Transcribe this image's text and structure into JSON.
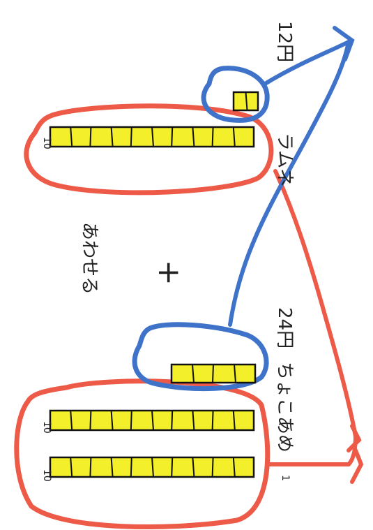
{
  "colors": {
    "bar_fill": "#f3ef2a",
    "bar_stroke": "#111111",
    "red_loop": "#ee5a48",
    "blue_loop": "#3f73c9",
    "ink": "#222222"
  },
  "labels": {
    "tens_label_left": "10",
    "tens_label_mid": "10",
    "tens_label_top": "10",
    "ones_label_left": "1",
    "combine_text": "あわせる",
    "plus_sign": "+",
    "chocolate_text": "ちょこあめ",
    "chocolate_price": "24円",
    "ramune_text": "ラムネ",
    "ramune_price": "12円"
  },
  "blocks": {
    "tens_groups": [
      {
        "name": "chocolate-tens-1",
        "segments": 10
      },
      {
        "name": "chocolate-tens-2",
        "segments": 10
      },
      {
        "name": "ramune-tens-1",
        "segments": 10
      }
    ],
    "ones_groups": [
      {
        "name": "chocolate-ones",
        "segments": 4
      },
      {
        "name": "ramune-ones",
        "segments": 2
      }
    ]
  }
}
